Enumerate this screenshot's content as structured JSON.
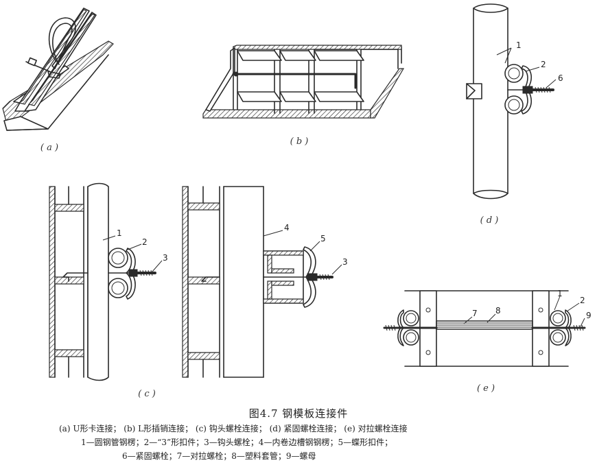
{
  "sublabels": {
    "a": "( a )",
    "b": "( b )",
    "c": "( c )",
    "d": "( d )",
    "e": "( e )"
  },
  "callouts": {
    "n1": "1",
    "n2": "2",
    "n3": "3",
    "n4": "4",
    "n5": "5",
    "n6": "6",
    "n7": "7",
    "n8": "8",
    "n9": "9"
  },
  "caption": "图4.7   钢模板连接件",
  "legend": {
    "line1": "(a)  U形卡连接；  (b)  L形插销连接；  (c)  钩头螺栓连接；  (d)  紧固螺栓连接；  (e)  对拉螺栓连接",
    "line2": "1—圆钢管钢楞；2—“3”形扣件；3—钩头螺栓；4—内卷边槽钢钢楞；5—蝶形扣件；",
    "line3": "6—紧固螺栓；7—对拉螺栓；8—塑料套管；9—螺母"
  }
}
